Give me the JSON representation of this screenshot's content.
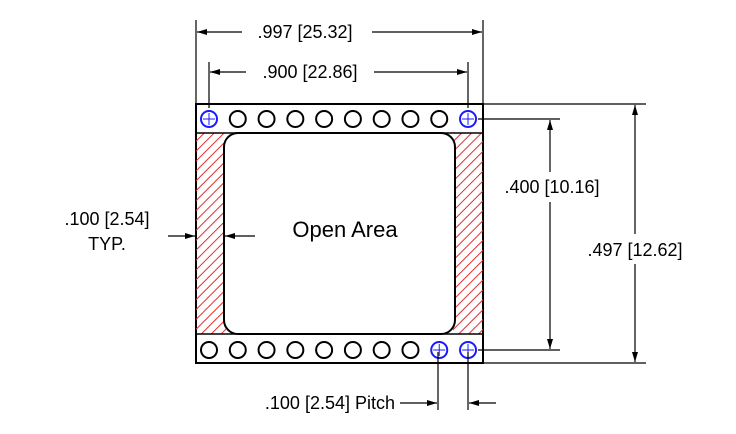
{
  "dimensions": {
    "overall_width": ".997 [25.32]",
    "pin_span": ".900 [22.86]",
    "inner_height": ".400 [10.16]",
    "overall_height": ".497 [12.62]",
    "wall_line1": ".100 [2.54]",
    "wall_line2": "TYP.",
    "pitch": ".100 [2.54] Pitch"
  },
  "open_area_label": "Open Area",
  "pins": {
    "top_row_count": 10,
    "bottom_row_count": 10
  },
  "colors": {
    "hatch": "#e03030",
    "outline": "#000000",
    "pin_marker": "#1a1aff"
  }
}
